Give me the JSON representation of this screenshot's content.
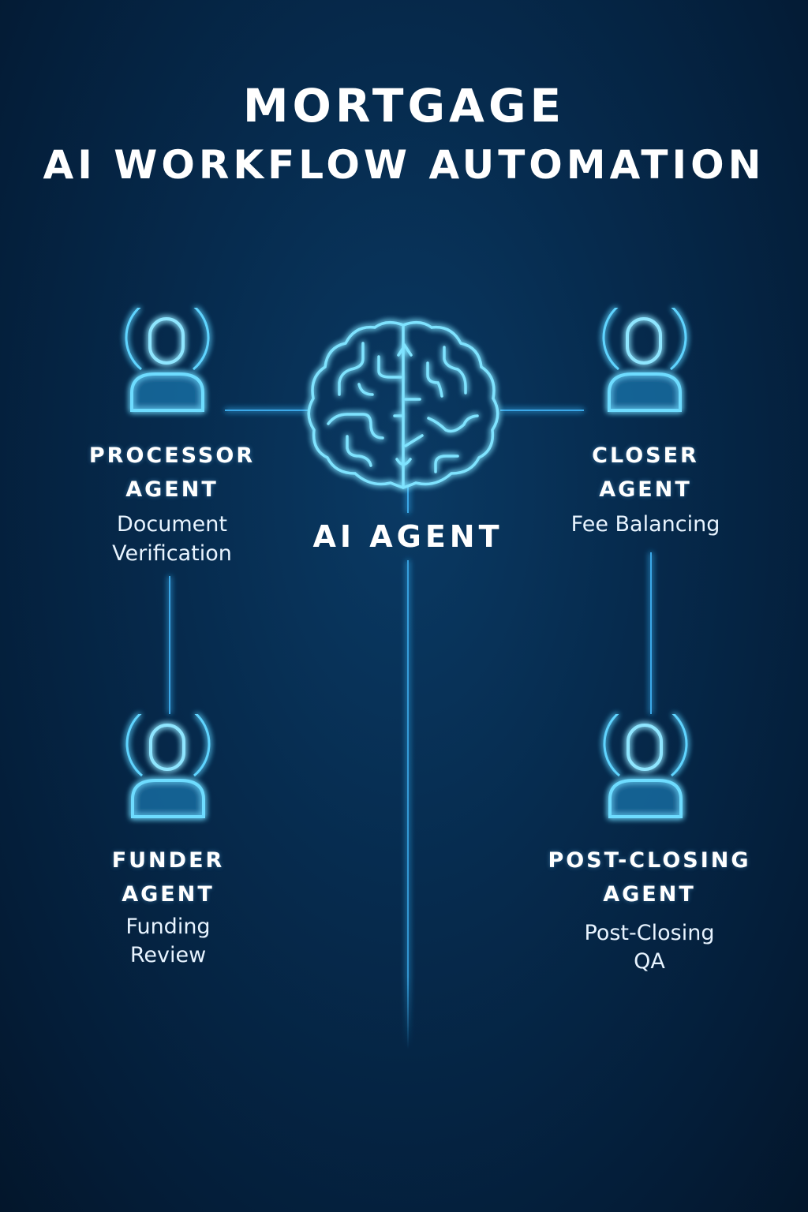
{
  "title": {
    "line1": "MORTGAGE",
    "line2": "AI WORKFLOW AUTOMATION"
  },
  "center": {
    "label": "AI AGENT",
    "icon": "brain-icon"
  },
  "agents": [
    {
      "name1": "PROCESSOR",
      "name2": "AGENT",
      "desc1": "Document",
      "desc2": "Verification",
      "icon": "person-icon"
    },
    {
      "name1": "CLOSER",
      "name2": "AGENT",
      "desc1": "Fee Balancing",
      "desc2": "",
      "icon": "person-icon"
    },
    {
      "name1": "FUNDER",
      "name2": "AGENT",
      "desc1": "Funding",
      "desc2": "Review",
      "icon": "person-icon"
    },
    {
      "name1": "POST-CLOSING",
      "name2": "AGENT",
      "desc1": "Post-Closing",
      "desc2": "QA",
      "icon": "person-icon"
    }
  ],
  "colors": {
    "glow": "#5fd4ff",
    "line": "#3aa8e8",
    "background": "#062b4e"
  }
}
